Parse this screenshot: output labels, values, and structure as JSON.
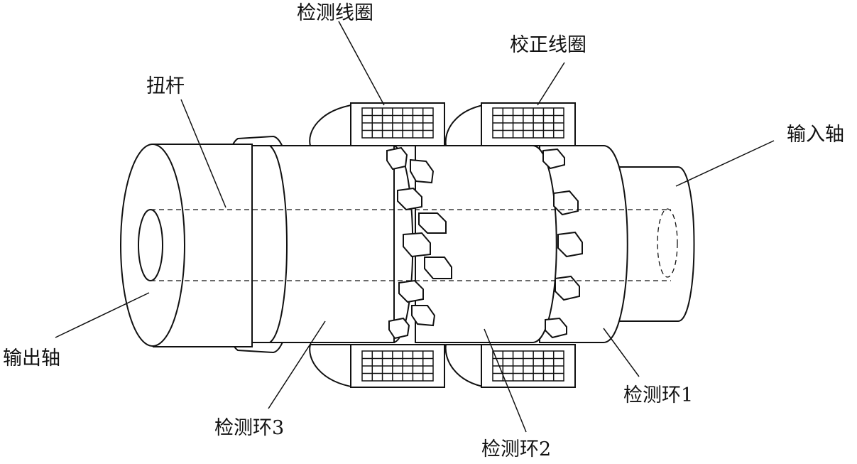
{
  "labels": {
    "detect_coil": "检测线圈",
    "calib_coil": "校正线圈",
    "torsion_bar": "扭杆",
    "input_shaft": "输入轴",
    "output_shaft": "输出轴",
    "ring3": "检测环3",
    "ring2": "检测环2",
    "ring1": "检测环1"
  }
}
